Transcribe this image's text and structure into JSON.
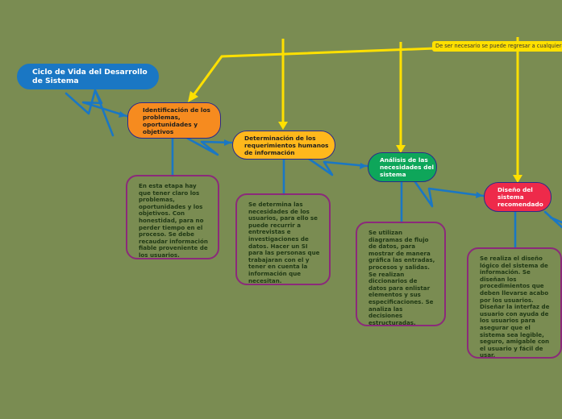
{
  "root": {
    "title": "Ciclo de Vida del Desarrollo de Sistema"
  },
  "banner": {
    "text": "De ser necesario se puede regresar a cualquiera"
  },
  "stages": [
    {
      "label": "Identificación de los problemas, oportunidades y objetivos",
      "color": "#f68b1f",
      "note": "En esta etapa hay que tener claro los problemas, oportunidades y los objetivos. Con honestidad, para no perder tiempo en el proceso. Se debe recaudar información fiable proveniente de los usuarios."
    },
    {
      "label": "Determinación de los requerimientos humanos de información",
      "color": "#ffb81c",
      "note": "Se determina las necesidades de los usuarios, para ello se puede recurrir a entrevistas e investigaciones de datos. Hacer un SI para las personas que trabajaran con el y tener en cuenta la información que necesitan."
    },
    {
      "label": "Análisis de las necesidades del sistema",
      "color": "#0ea65a",
      "note": "Se utilizan diagramas de flujo de datos, para mostrar de manera gráfica las entradas, procesos y salidas. Se realizan diccionarios de datos para enlistar elementos y sus especificaciones. Se analiza las decisiones estructuradas."
    },
    {
      "label": "Diseño del sistema recomendado",
      "color": "#ee2a4a",
      "note": "Se realiza el diseño lógico del sistema de información. Se diseñan los procedimientos que deben llevarse acabo por los usuarios. Diseñar la interfaz de usuario con ayuda de los usuarios para asegurar que el sistema sea legible, seguro, amigable con el usuario y fácil de usar."
    }
  ],
  "colors": {
    "background": "#7a8c52",
    "connector": "#1a77c4",
    "feedback_arrow": "#ffe000",
    "note_border": "#8b2a7a"
  }
}
